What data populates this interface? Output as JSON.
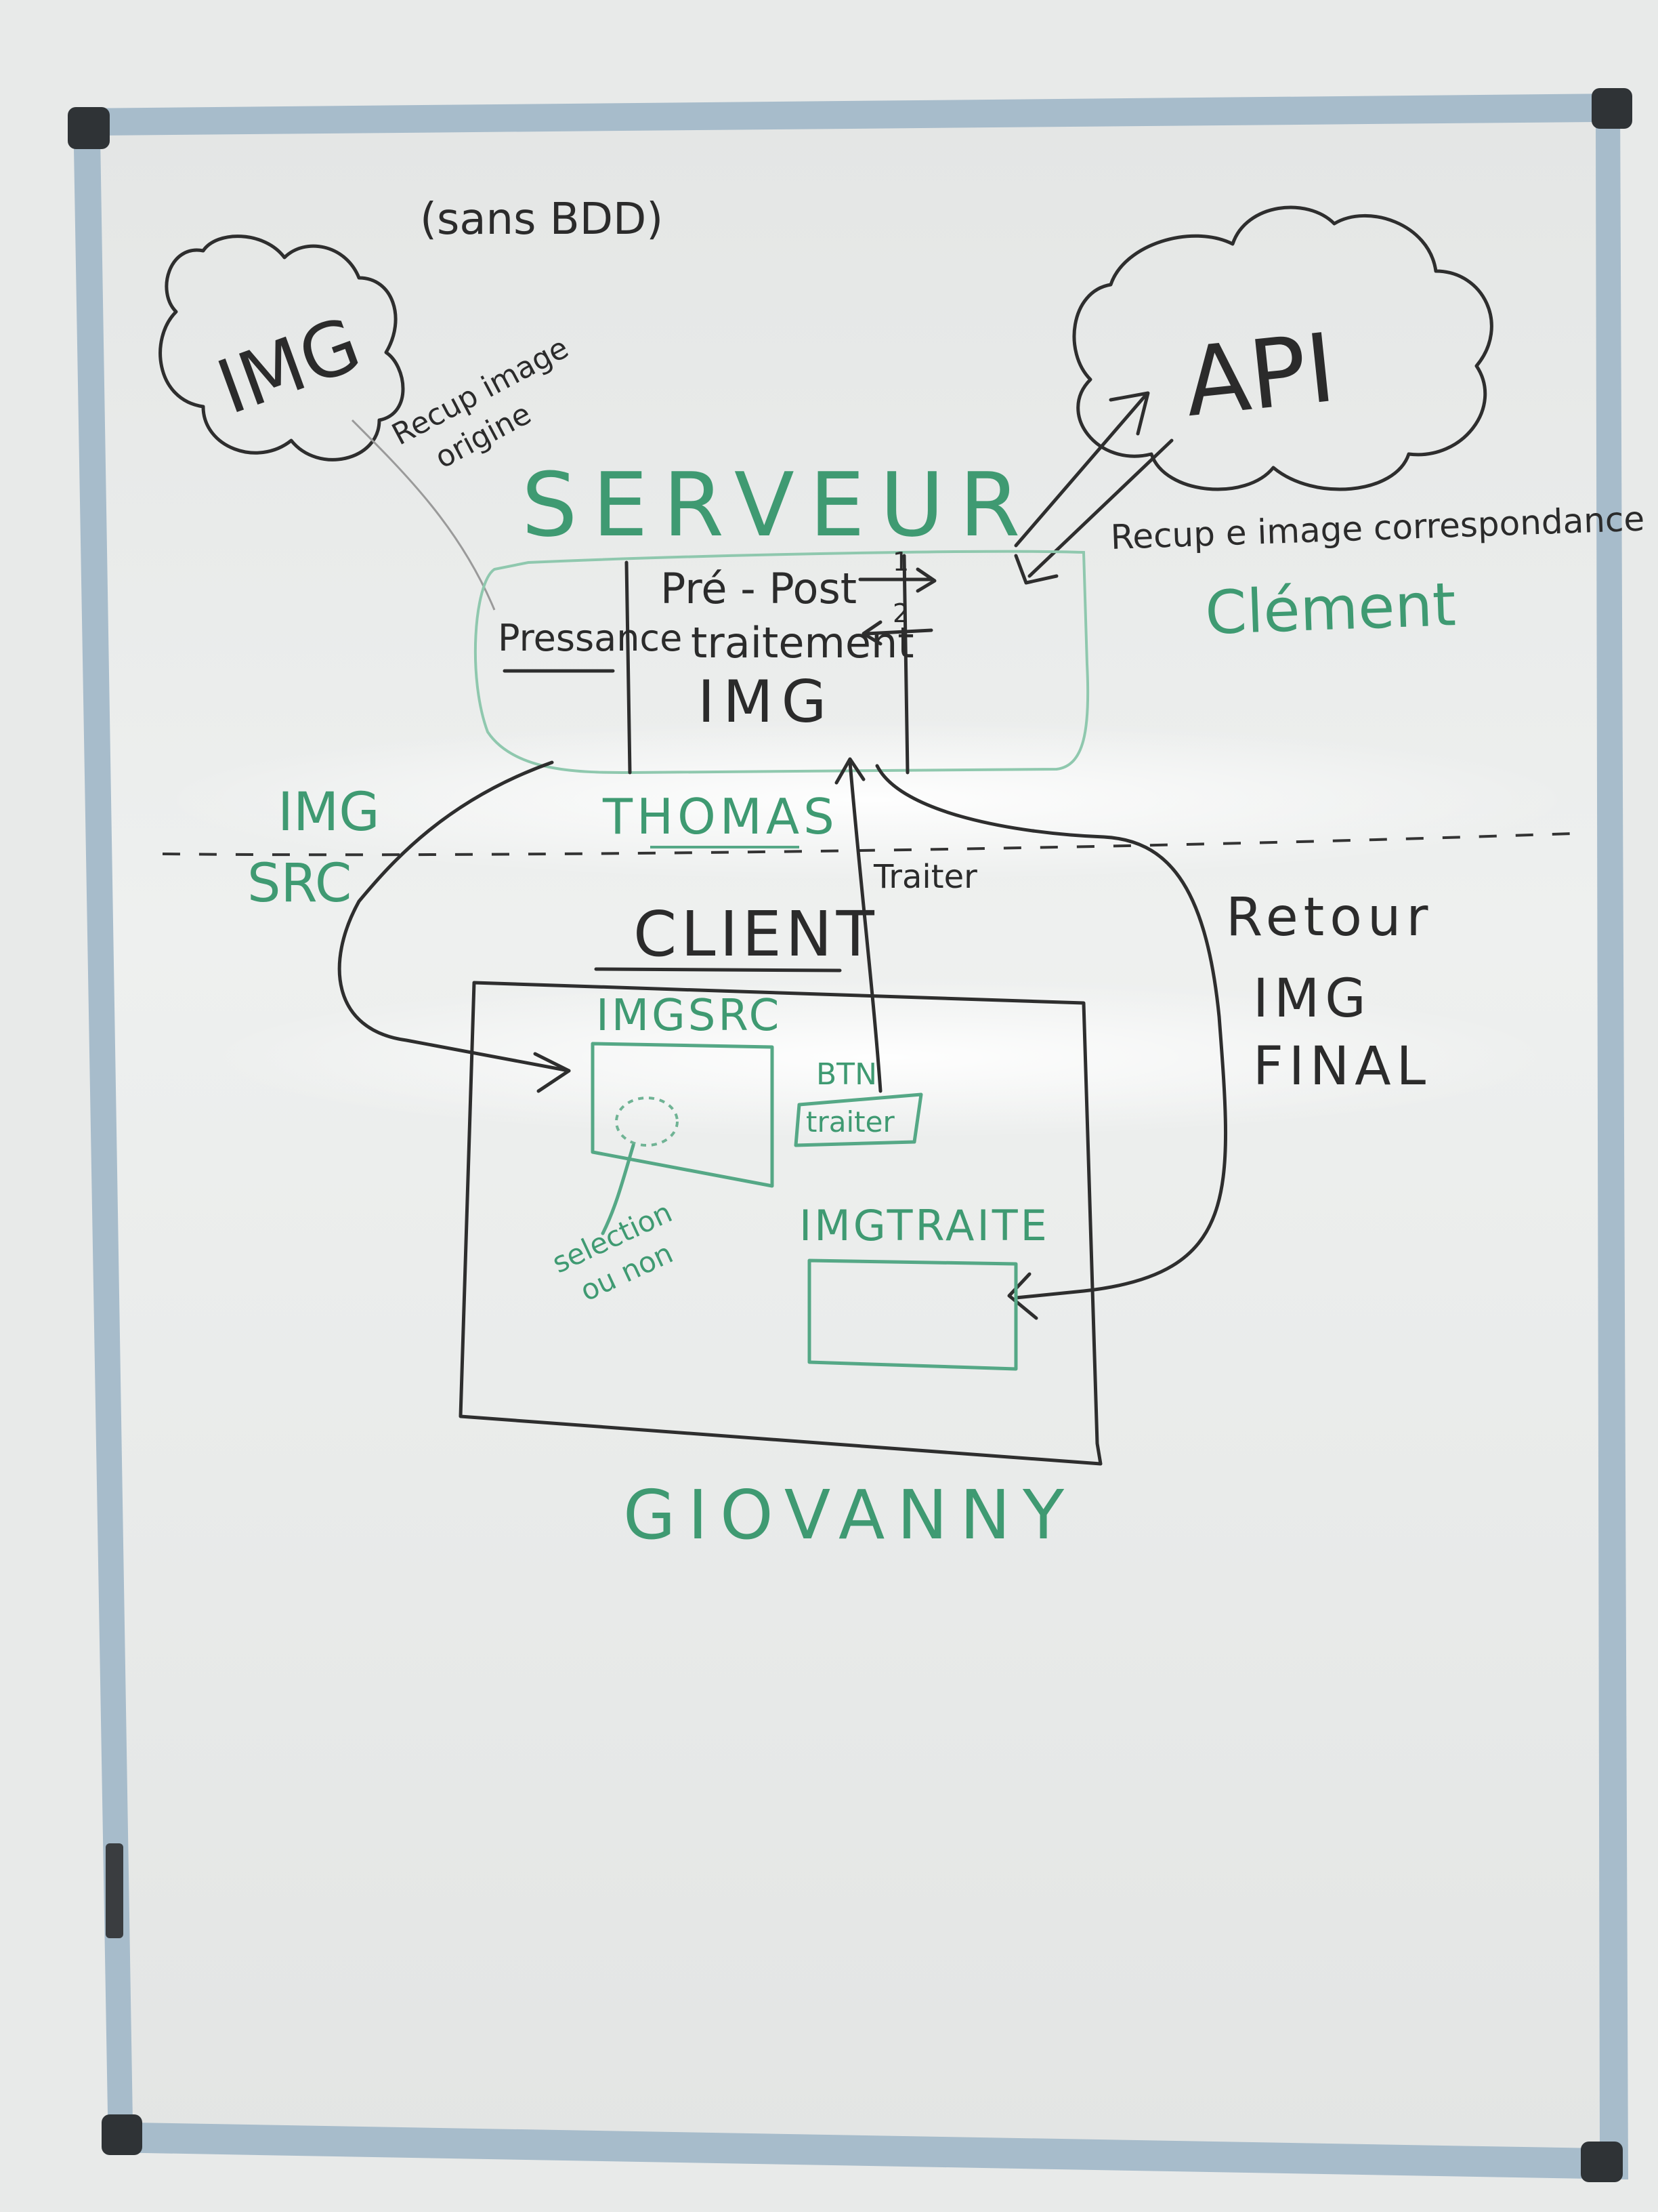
{
  "board": {
    "note_top": "(sans BDD)",
    "cloud_left": "IMG",
    "cloud_right": "API",
    "label_recup_origine": [
      "Recup image",
      "origine"
    ],
    "label_recup_correspondance": "Recup e image correspondance",
    "server_title": "SERVEUR",
    "server_person": "Clément",
    "server_cell_pressance": "Pressance",
    "server_cell_traitement": [
      "Pré - Post",
      "traitement"
    ],
    "server_cell_img": "IMG",
    "arrow_nums": [
      "1",
      "2"
    ],
    "thomas": "THOMAS",
    "img_src_label": [
      "IMG",
      "SRC"
    ],
    "traiter_label": "Traiter",
    "client_title": "CLIENT",
    "retour_label": [
      "Retour",
      "IMG",
      "FINAL"
    ],
    "imgsrc_title": "IMGSRC",
    "btn_label": "BTN",
    "btn_text": "traiter",
    "selection_label": [
      "selection",
      "ou non"
    ],
    "imgtraite_title": "IMGTRAITE",
    "client_person": "GIOVANNY"
  },
  "colors": {
    "marker_black": "#2b2b2b",
    "marker_green": "#3f9a72",
    "frame": "#9fb4c3"
  }
}
